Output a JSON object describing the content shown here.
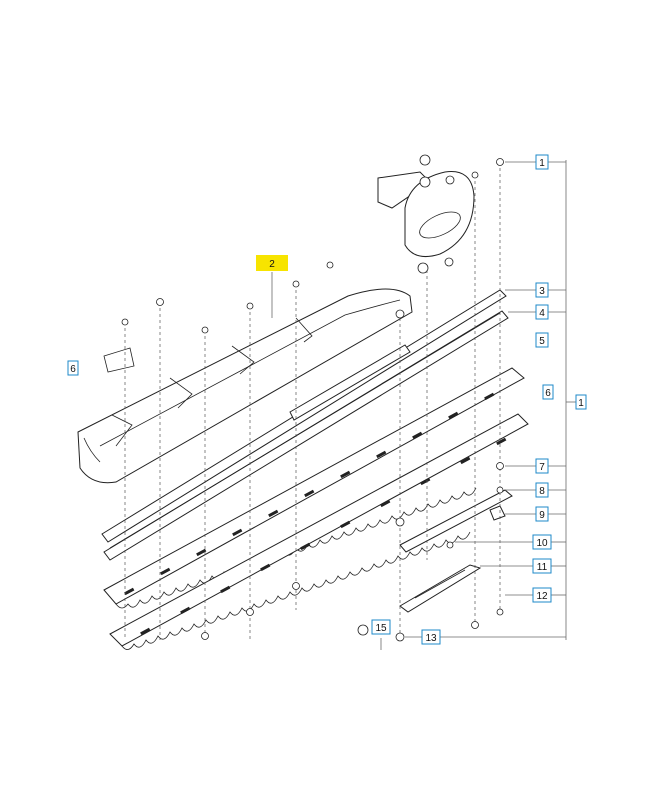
{
  "diagram": {
    "callouts": [
      {
        "id": "c1a",
        "label": "1",
        "highlight": false
      },
      {
        "id": "c1b",
        "label": "1",
        "highlight": false
      },
      {
        "id": "c2",
        "label": "2",
        "highlight": true
      },
      {
        "id": "c3",
        "label": "3",
        "highlight": false
      },
      {
        "id": "c4",
        "label": "4",
        "highlight": false
      },
      {
        "id": "c5",
        "label": "5",
        "highlight": false
      },
      {
        "id": "c6a",
        "label": "6",
        "highlight": false
      },
      {
        "id": "c6b",
        "label": "6",
        "highlight": false
      },
      {
        "id": "c7",
        "label": "7",
        "highlight": false
      },
      {
        "id": "c8",
        "label": "8",
        "highlight": false
      },
      {
        "id": "c9",
        "label": "9",
        "highlight": false
      },
      {
        "id": "c10",
        "label": "10",
        "highlight": false
      },
      {
        "id": "c11",
        "label": "11",
        "highlight": false
      },
      {
        "id": "c12",
        "label": "12",
        "highlight": false
      },
      {
        "id": "c13",
        "label": "13",
        "highlight": false
      },
      {
        "id": "c15",
        "label": "15",
        "highlight": false
      }
    ],
    "colors": {
      "highlight": "#f7e400",
      "callout_border": "#1e88c8",
      "line": "#222222"
    }
  }
}
